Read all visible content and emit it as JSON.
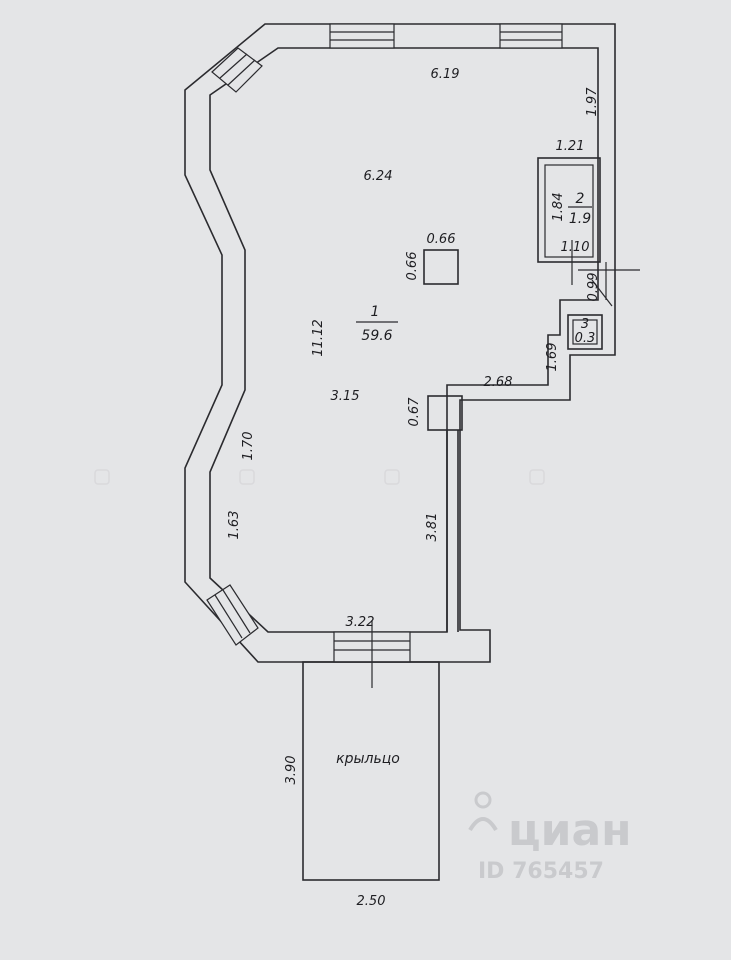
{
  "rooms": [
    {
      "id": "1",
      "area": "59.6"
    },
    {
      "id": "2",
      "area": "1.9"
    },
    {
      "id": "3",
      "area": "0.3"
    }
  ],
  "dimensions": {
    "top_wall": "6.19",
    "right_upper": "1.97",
    "closet_width": "1.21",
    "main_width": "6.24",
    "closet_height": "1.84",
    "closet_door": "1.10",
    "column_width": "0.66",
    "column_height": "0.66",
    "right_small": "0.99",
    "main_length": "11.12",
    "right_step": "1.69",
    "partition_top": "2.68",
    "lower_width": "3.15",
    "partition_pier": "0.67",
    "left_bay_upper": "1.70",
    "left_bay_lower": "1.63",
    "partition_length": "3.81",
    "bottom_wall": "3.22",
    "porch_depth": "3.90",
    "porch_width": "2.50"
  },
  "porch_label": "крыльцо",
  "watermark": {
    "brand": "циан",
    "id": "ID 765457"
  }
}
